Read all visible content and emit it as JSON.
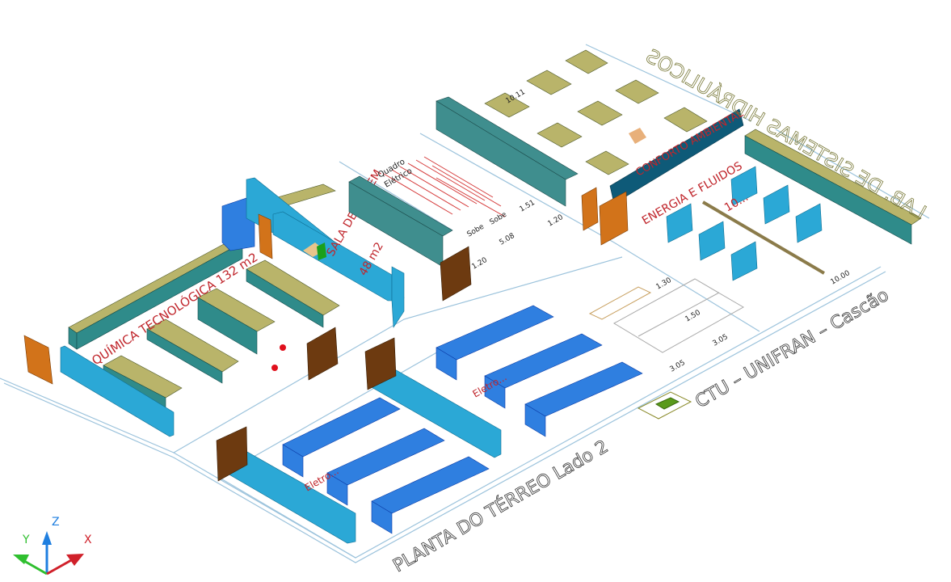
{
  "drawing": {
    "title_line": "PLANTA DO TÉRREO   Lado 2",
    "subtitle_line": "CTU  –  UNIFRAN  –  Cascão",
    "mirrored_title": "LAB. DE SISTEMAS HIDRÁULICOS",
    "rooms": {
      "chemistry": "QUÍMICA TECNOLÓGICA  132 m2",
      "meeting": "SALA DE PE... EM",
      "meeting_area": "48 m2",
      "energy": "ENERGIA E FLUIDOS",
      "energy_area": "10...",
      "comfort": "CONFORTO AMBIENTAL",
      "electro_a": "Eletro...",
      "electro_b": "Eletro..."
    },
    "labels": {
      "panel": "Quadro",
      "panel2": "Elétrico",
      "stairs_up_1": "Sobe",
      "stairs_up_2": "Sobe"
    },
    "dimensions": [
      "10.11",
      "1.51",
      "5.08",
      "1.20",
      "1.20",
      "1.30",
      "10.00",
      "3.05",
      "3.05",
      "1.50"
    ]
  },
  "ucs_icon": {
    "x": "X",
    "y": "Y",
    "z": "Z",
    "colors": {
      "x": "#d0202a",
      "y": "#2fbf2f",
      "z": "#1f7fe0"
    }
  }
}
